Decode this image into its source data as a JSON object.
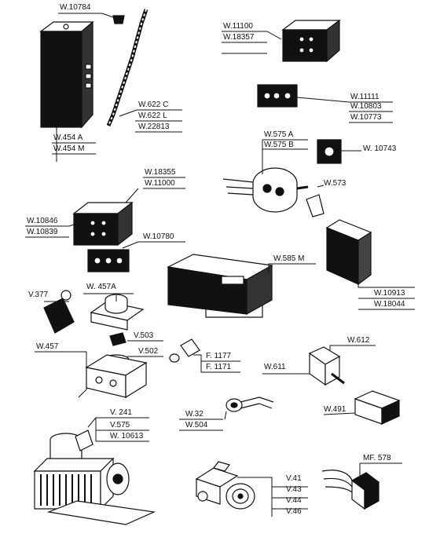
{
  "parts": {
    "timer_box": {
      "codes": [
        "W.10784",
        "W.454 A",
        "W.454 M"
      ]
    },
    "cable": {
      "codes": [
        "W.622 C",
        "W.622 L",
        "W.22813"
      ]
    },
    "relay_top": {
      "codes": [
        "W.11100",
        "W.18357"
      ]
    },
    "plate_small": {
      "codes": [
        "W.11111",
        "W.10803",
        "W.10773"
      ]
    },
    "rotary_switch": {
      "codes": [
        "W.575 A",
        "W.575 B"
      ]
    },
    "switch_plate": {
      "codes": [
        "W. 10743"
      ]
    },
    "knob": {
      "codes": [
        "W.573"
      ]
    },
    "relay_mid": {
      "codes": [
        "W.18355",
        "W.11000",
        "W.10846",
        "W.10839"
      ]
    },
    "plate_mid": {
      "codes": [
        "W.10780"
      ]
    },
    "capacitor": {
      "codes": [
        "W.10913",
        "W.18044"
      ]
    },
    "controller": {
      "codes": [
        "W.585 M"
      ]
    },
    "connector": {
      "codes": [
        "V.377"
      ]
    },
    "pressostat": {
      "codes": [
        "W. 457A",
        "W.457",
        "V.503",
        "V.502"
      ]
    },
    "fittings": {
      "codes": [
        "F. 1177",
        "F. 1171"
      ]
    },
    "microswitch": {
      "codes": [
        "W.612",
        "W.611"
      ]
    },
    "lamp": {
      "codes": [
        "W.32",
        "W.504"
      ]
    },
    "rocker": {
      "codes": [
        "W.491"
      ]
    },
    "motor": {
      "codes": [
        "V. 241",
        "V.575",
        "W. 10613"
      ]
    },
    "pump": {
      "codes": [
        "V.41",
        "V.43",
        "V.44",
        "V.46"
      ]
    },
    "rocker_cable": {
      "codes": [
        "MF. 578"
      ]
    }
  }
}
